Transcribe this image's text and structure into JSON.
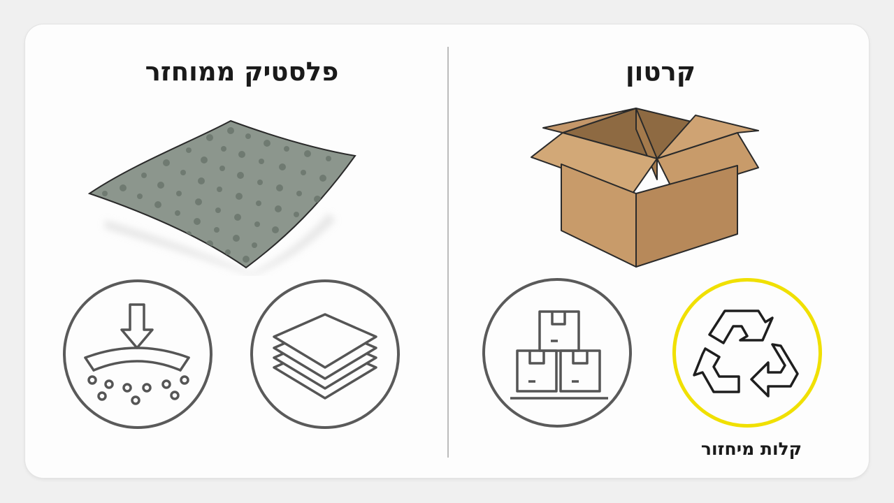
{
  "titles": {
    "plastic": "פלסטיק ממוחזר",
    "cardboard": "קרטון"
  },
  "icons": {
    "plastic_sheet": "recycled-plastic-sheet-icon",
    "pressure": "compression-pressure-icon",
    "layers": "layered-sheets-icon",
    "stacked_boxes": "stacked-boxes-icon",
    "recycle": "recycle-arrows-icon"
  },
  "labels": {
    "recycle_caption": "קלות מיחזור"
  },
  "colors": {
    "highlight": "#f0e000",
    "cardboard": "#c89b6a",
    "plastic": "#8a958c",
    "line": "#555555"
  }
}
